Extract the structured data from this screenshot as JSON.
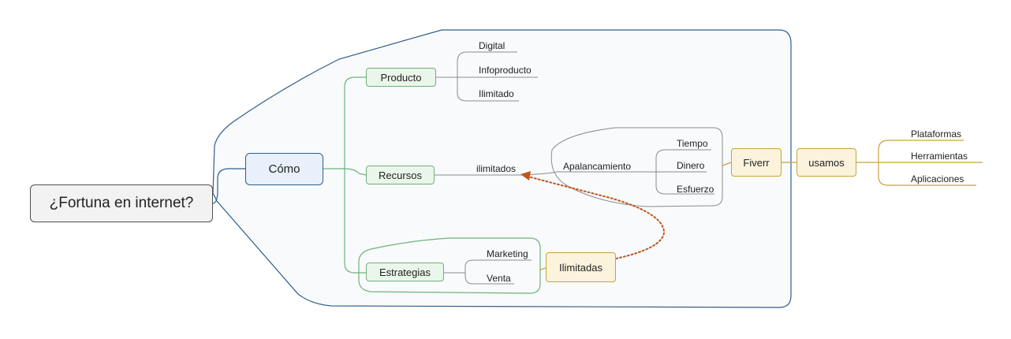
{
  "root": {
    "label": "¿Fortuna en internet?"
  },
  "como": {
    "label": "Cómo"
  },
  "producto": {
    "label": "Producto",
    "children": [
      "Digital",
      "Infoproducto",
      "Ilimitado"
    ]
  },
  "recursos": {
    "label": "Recursos",
    "child": "ilimitados"
  },
  "apalancamiento": {
    "label": "Apalancamiento",
    "children": [
      "Tiempo",
      "Dinero",
      "Esfuerzo"
    ]
  },
  "estrategias": {
    "label": "Estrategias",
    "children": [
      "Marketing",
      "Venta"
    ]
  },
  "fiverr": {
    "label": "Fiverr"
  },
  "usamos": {
    "label": "usamos",
    "children": [
      "Plataformas",
      "Herramientas",
      "Aplicaciones"
    ]
  },
  "ilimitadas": {
    "label": "Ilimitadas"
  },
  "colors": {
    "blue_branch": "#2f5f8a",
    "green_branch": "#6fb27a",
    "gold_branch": "#c9a23c",
    "gray_branch": "#8c8c8c",
    "relationship_arrow": "#c0561b"
  }
}
